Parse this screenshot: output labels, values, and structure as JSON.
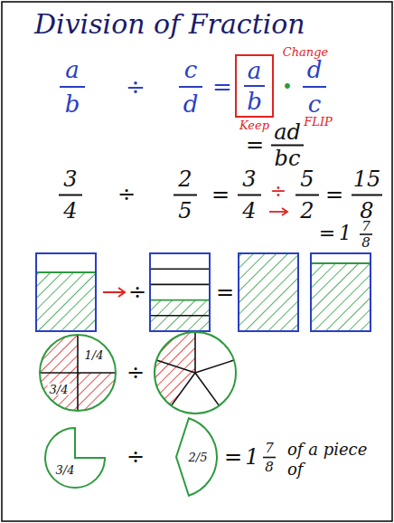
{
  "diagram": {
    "title": "Division of Fraction",
    "nodes": [
      {
        "text": [
          "a",
          "b",
          "Keep"
        ]
      },
      {
        "text": [
          "1/4",
          "3/4"
        ]
      },
      {
        "text": [
          "3/4"
        ]
      },
      {
        "text": [
          "2/5"
        ]
      }
    ],
    "labels": [
      "a",
      "b",
      "÷",
      "c",
      "d",
      "=",
      "Change",
      "•",
      "d",
      "c",
      "FLIP",
      "=",
      "ad",
      "bc",
      "3",
      "4",
      "÷",
      "2",
      "5",
      "=",
      "3",
      "4",
      "÷",
      "5",
      "2",
      "=",
      "15",
      "8",
      "=",
      "1",
      "7",
      "8",
      "÷",
      "=",
      "÷",
      "÷",
      "=",
      "1",
      "7",
      "8",
      "of a piece of"
    ]
  }
}
